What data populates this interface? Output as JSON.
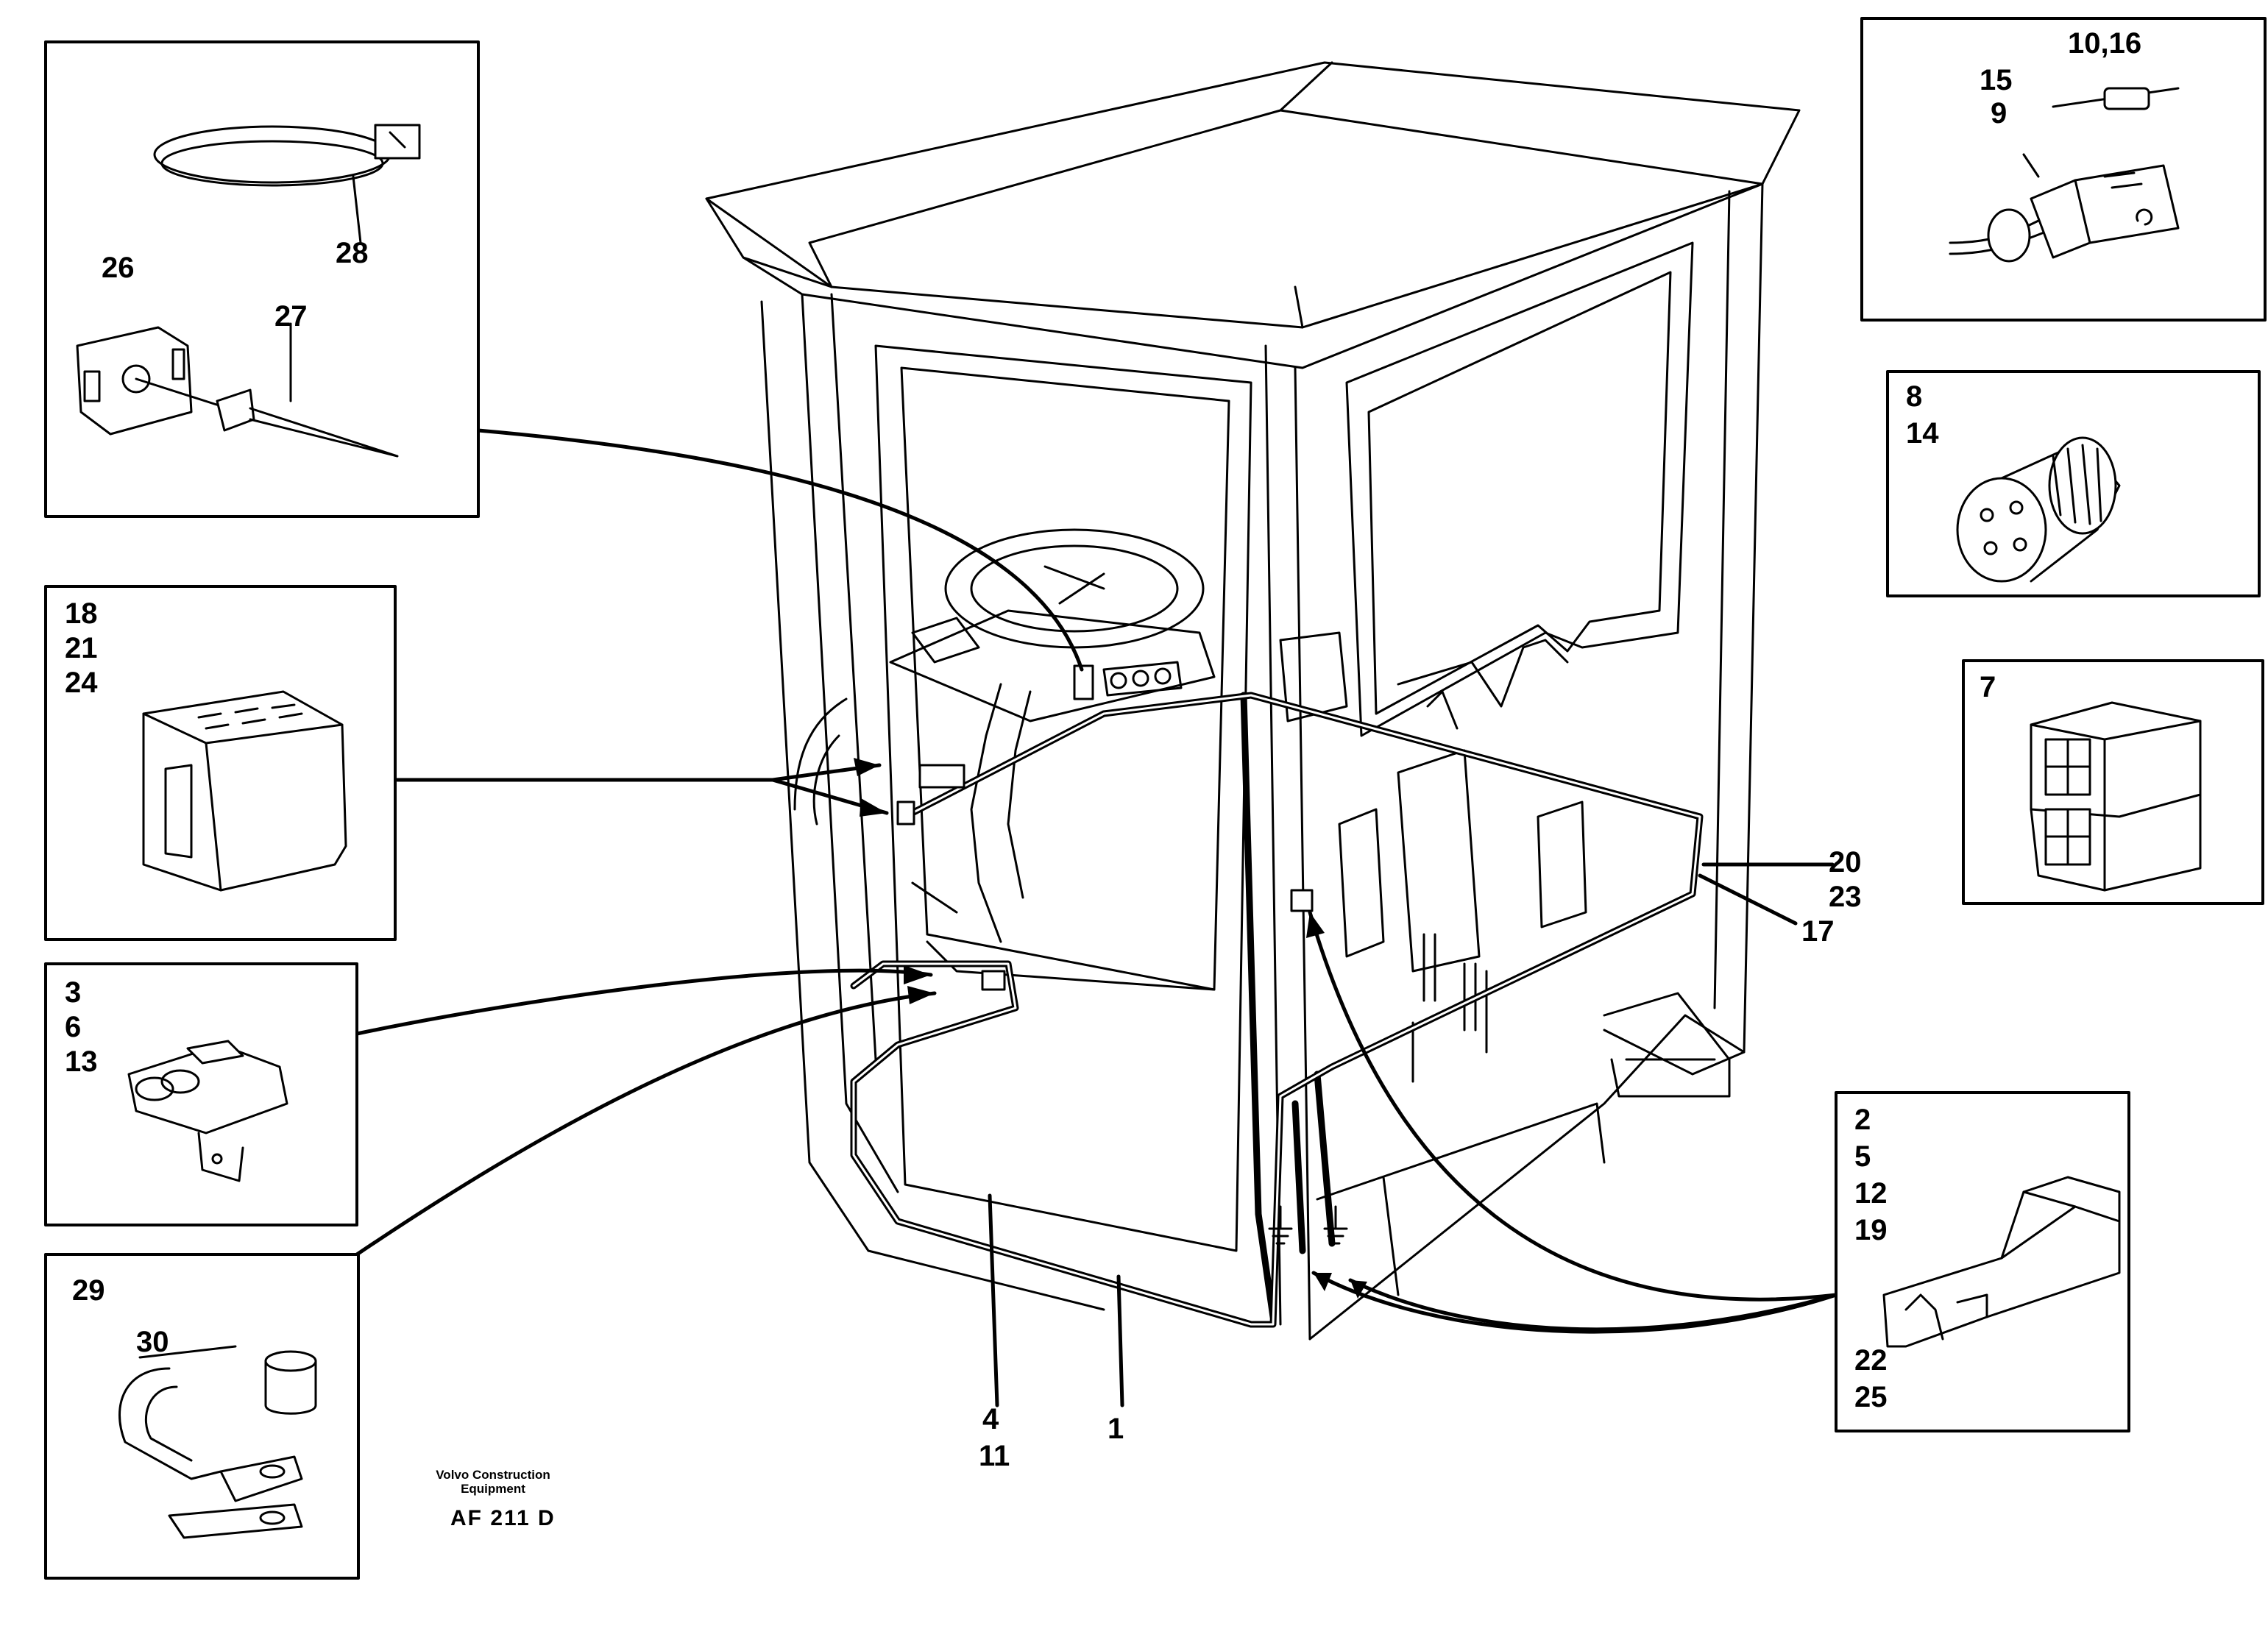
{
  "diagram": {
    "credit_line1": "Volvo Construction",
    "credit_line2": "Equipment",
    "figure_code": "AF 211 D"
  },
  "callouts": {
    "box_clamp": [
      "26",
      "27",
      "28"
    ],
    "box_relay": [
      "18",
      "21",
      "24"
    ],
    "box_fuse_holder": [
      "3",
      "6",
      "13"
    ],
    "box_cable_clip": [
      "29",
      "30"
    ],
    "box_sensor": [
      "15",
      "9",
      "10,16"
    ],
    "box_round_connector": [
      "8",
      "14"
    ],
    "box_connector_housing": [
      "7"
    ],
    "box_terminal": [
      "2",
      "5",
      "12",
      "19",
      "22",
      "25"
    ],
    "harness_right": [
      "20",
      "23",
      "17"
    ],
    "harness_bottom": [
      "4",
      "11",
      "1"
    ]
  }
}
